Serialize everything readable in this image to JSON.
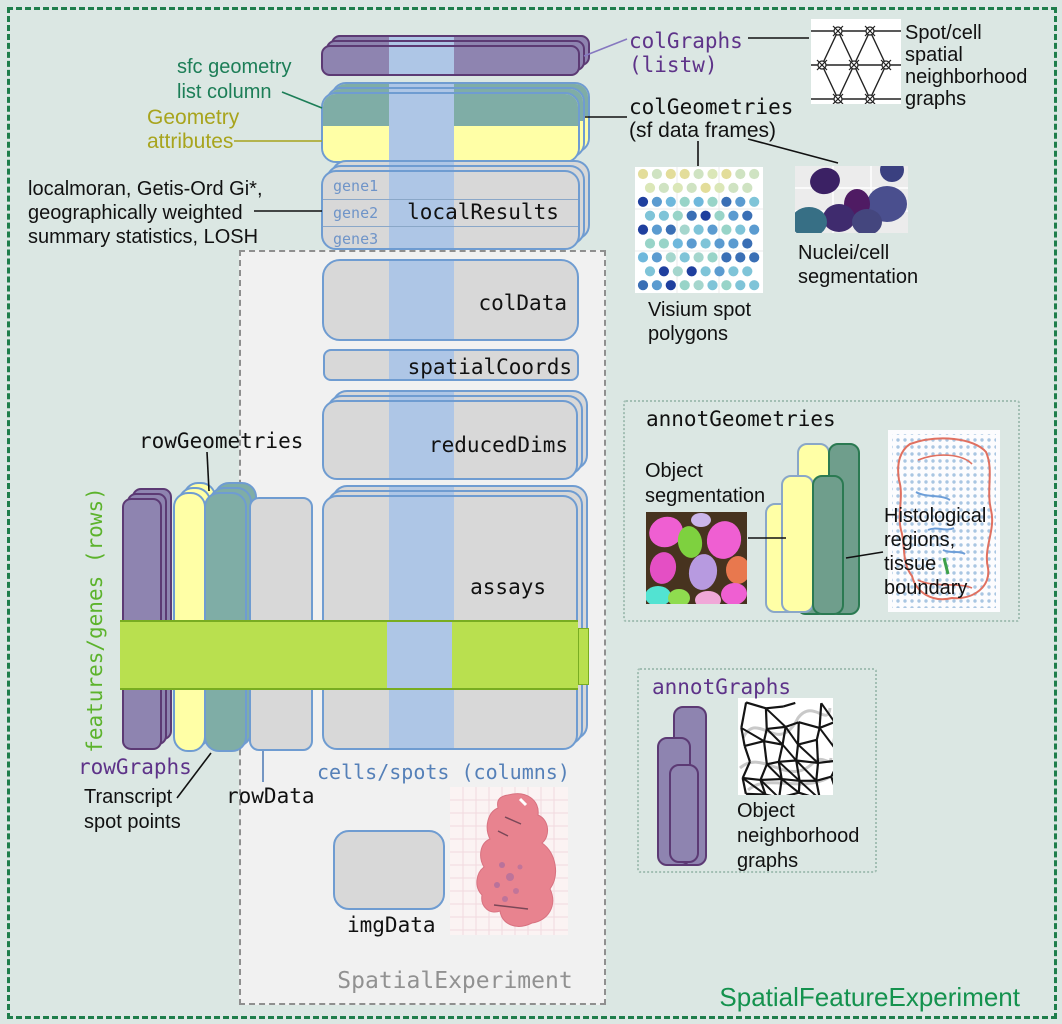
{
  "diagram": {
    "outer_label": "SpatialFeatureExperiment",
    "inner_label": "SpatialExperiment",
    "top_left": {
      "sfc_line1": "sfc geometry",
      "sfc_line2": "list column",
      "geom_line1": "Geometry",
      "geom_line2": "attributes",
      "local_stats": "localmoran, Getis-Ord Gi*,\ngeographically weighted\nsummary statistics, LOSH"
    },
    "slots": {
      "colGraphs": "colGraphs",
      "colGraphs_sub": "(listw)",
      "colGeometries": "colGeometries",
      "colGeometries_sub": "(sf data frames)",
      "localResults": "localResults",
      "genes": [
        "gene1",
        "gene2",
        "gene3"
      ],
      "colData": "colData",
      "spatialCoords": "spatialCoords",
      "reducedDims": "reducedDims",
      "assays": "assays",
      "rowGeometries": "rowGeometries",
      "rowGraphs": "rowGraphs",
      "rowData": "rowData",
      "imgData": "imgData",
      "annotGeometries": "annotGeometries",
      "annotGraphs": "annotGraphs"
    },
    "axes": {
      "rows": "features/genes (rows)",
      "columns": "cells/spots (columns)"
    },
    "captions": {
      "spot_cell_graphs": "Spot/cell\nspatial\nneighborhood\ngraphs",
      "visium": "Visium spot\npolygons",
      "nuclei": "Nuclei/cell\nsegmentation",
      "transcript": "Transcript\nspot points",
      "object_seg": "Object\nsegmentation",
      "histological": "Histological\nregions,\ntissue\nboundary",
      "object_neigh": "Object\nneighborhood\ngraphs"
    },
    "visium_palette": [
      "#e3dd9a",
      "#dbe7b8",
      "#cfe3c2",
      "#a5d6cd",
      "#7fc4d8",
      "#5b9bd0",
      "#98d4c8",
      "#6fb8dc",
      "#3a6fb5",
      "#1f3f9e"
    ],
    "colors": {
      "background": "#dbe7e3",
      "outer_border": "#1e7e4b",
      "purple_fill": "#8e84b0",
      "purple_border": "#5c3a74",
      "teal_fill": "#7fada6",
      "yellow_fill": "#ffffa6",
      "gray_fill": "#d8d8d8",
      "blue_border": "#6f9cd1",
      "col_band": "#aec6e6",
      "row_band": "#b9e04f",
      "row_band_border": "#79ad21",
      "purple_text": "#5e3389",
      "green_text": "#1c7e57",
      "olive_text": "#a8a41d",
      "bright_green_text": "#5cb32c",
      "blue_text": "#5580b8",
      "gray_text": "#919191",
      "sfe_green": "#14924e"
    }
  }
}
